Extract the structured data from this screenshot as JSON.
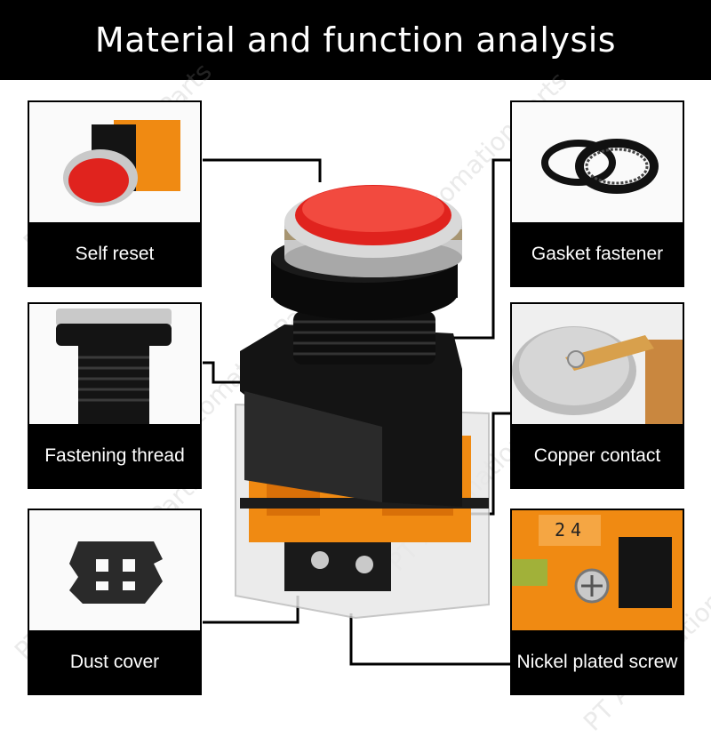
{
  "header": {
    "title": "Material and function analysis"
  },
  "watermark": {
    "text": "PT Automation Parts"
  },
  "callouts": {
    "self_reset": "Self reset",
    "gasket_fastener": "Gasket fastener",
    "fastening_thread": "Fastening thread",
    "copper_contact": "Copper contact",
    "dust_cover": "Dust cover",
    "nickel_plated_screw": "Nickel plated screw"
  },
  "terminal_number": "24",
  "colors": {
    "header_bg": "#000000",
    "button_red": "#e0231e",
    "housing_black": "#141414",
    "contact_orange": "#f08a12",
    "chrome": "#c9c9c9",
    "copper": "#d8a04c"
  }
}
